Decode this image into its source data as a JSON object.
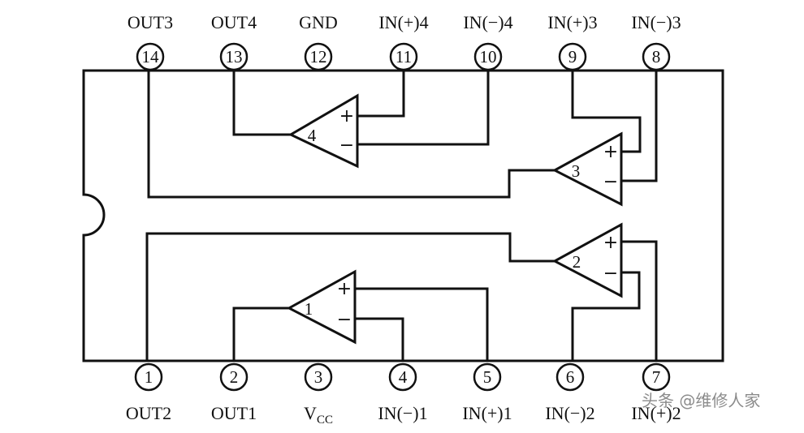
{
  "title": "LM324 quad op-amp pinout",
  "top_pins": [
    {
      "num": "14",
      "label": "OUT3"
    },
    {
      "num": "13",
      "label": "OUT4"
    },
    {
      "num": "12",
      "label": "GND"
    },
    {
      "num": "11",
      "label": "IN(+)4"
    },
    {
      "num": "10",
      "label": "IN(−)4"
    },
    {
      "num": "9",
      "label": "IN(+)3"
    },
    {
      "num": "8",
      "label": "IN(−)3"
    }
  ],
  "bottom_pins": [
    {
      "num": "1",
      "label": "OUT2"
    },
    {
      "num": "2",
      "label": "OUT1"
    },
    {
      "num": "3",
      "label": "V",
      "sub": "CC"
    },
    {
      "num": "4",
      "label": "IN(−)1"
    },
    {
      "num": "5",
      "label": "IN(+)1"
    },
    {
      "num": "6",
      "label": "IN(−)2"
    },
    {
      "num": "7",
      "label": "IN(+)2"
    }
  ],
  "opamps": [
    {
      "id": "1",
      "plus": "+",
      "minus": "−"
    },
    {
      "id": "2",
      "plus": "+",
      "minus": "−"
    },
    {
      "id": "3",
      "plus": "+",
      "minus": "−"
    },
    {
      "id": "4",
      "plus": "+",
      "minus": "−"
    }
  ],
  "watermark": "头条 @维修人家"
}
